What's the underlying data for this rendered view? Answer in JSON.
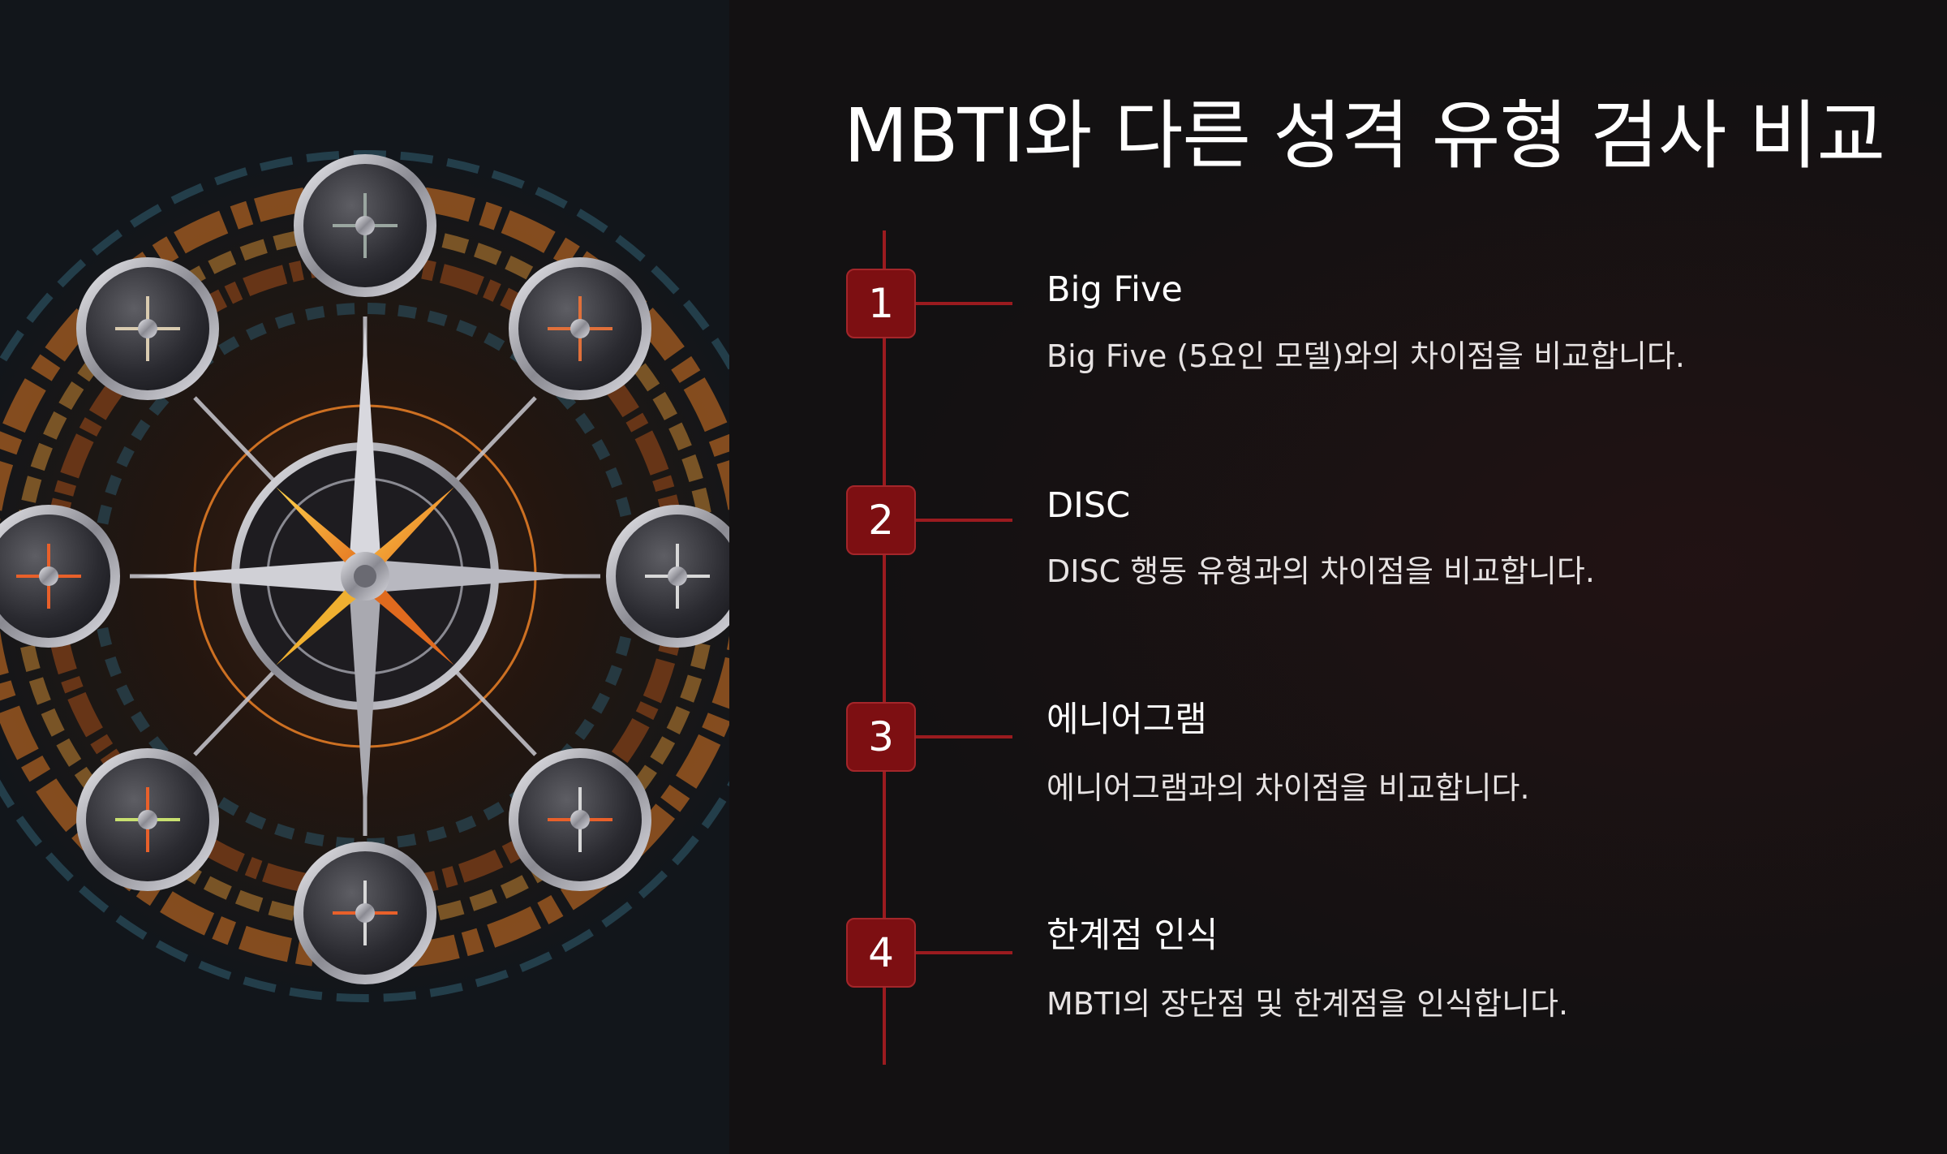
{
  "title": "MBTI와 다른 성격 유형 검사 비교",
  "colors": {
    "accent": "#9b1b1f",
    "step_box": "#7d0f12",
    "background": "#131112",
    "text": "#ffffff"
  },
  "steps": [
    {
      "number": "1",
      "title": "Big Five",
      "description": "Big Five (5요인 모델)와의 차이점을 비교합니다."
    },
    {
      "number": "2",
      "title": "DISC",
      "description": "DISC 행동 유형과의 차이점을 비교합니다."
    },
    {
      "number": "3",
      "title": "에니어그램",
      "description": "에니어그램과의 차이점을 비교합니다."
    },
    {
      "number": "4",
      "title": "한계점 인식",
      "description": "MBTI의 장단점 및 한계점을 인식합니다."
    }
  ],
  "illustration": {
    "icon": "compass-rose-icon"
  }
}
